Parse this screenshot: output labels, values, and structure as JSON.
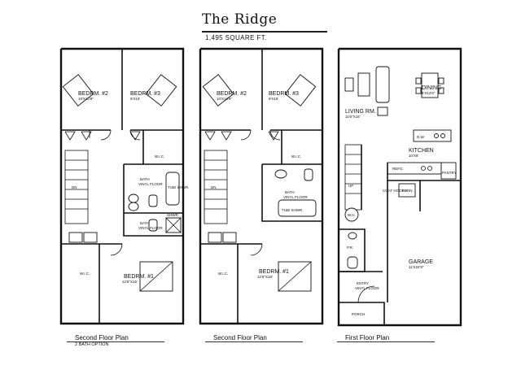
{
  "header": {
    "title": "The Ridge",
    "subtitle": "1,495 SQUARE FT."
  },
  "plans": [
    {
      "caption": "Second Floor Plan",
      "note": "2 BATH OPTION",
      "rooms": {
        "bed2": {
          "name": "BEDRM. #2",
          "dim": "10'X13'9\""
        },
        "bed3": {
          "name": "BEDRM. #3",
          "dim": "9'X15'"
        },
        "wic_top": {
          "name": "W.I.C."
        },
        "bath1": {
          "name": "BATH",
          "dim": "VINYL FLOOR"
        },
        "tub": {
          "name": "TUB/ SHWR."
        },
        "bath2": {
          "name": "BATH",
          "dim": "VINYL FLOOR"
        },
        "shwr": {
          "name": "SHWR."
        },
        "wic_bottom": {
          "name": "W.I.C."
        },
        "bed1": {
          "name": "BEDRM. #1",
          "dim": "12'6\"X15'"
        },
        "dn": {
          "name": "DN"
        }
      }
    },
    {
      "caption": "Second Floor Plan",
      "rooms": {
        "bed2": {
          "name": "BEDRM. #2",
          "dim": "10'X13'9\""
        },
        "bed3": {
          "name": "BEDRM. #3",
          "dim": "9'X15'"
        },
        "wic_top": {
          "name": "W.I.C."
        },
        "bath": {
          "name": "BATH",
          "dim": "VINYL FLOOR"
        },
        "tub": {
          "name": "TUB/ SHWR."
        },
        "wic_bottom": {
          "name": "W.I.C."
        },
        "bed1": {
          "name": "BEDRM. #1",
          "dim": "12'6\"X18'"
        },
        "dn": {
          "name": "DN"
        }
      }
    },
    {
      "caption": "First Floor Plan",
      "rooms": {
        "living": {
          "name": "LIVING RM.",
          "dim": "11'6\"X16'"
        },
        "dining": {
          "name": "DINING",
          "dim": "8'X12'6\""
        },
        "dw": {
          "name": "D.W."
        },
        "kitchen": {
          "name": "KITCHEN",
          "dim": "10'X8'"
        },
        "refg": {
          "name": "REFG."
        },
        "pantry": {
          "name": "PANTRY"
        },
        "coat": {
          "name": "COAT HOOKS"
        },
        "furn": {
          "name": "FURN."
        },
        "wh": {
          "name": "W.H."
        },
        "pr": {
          "name": "P.R."
        },
        "garage": {
          "name": "GARAGE",
          "dim": "11'X24'8\""
        },
        "entry": {
          "name": "ENTRY",
          "dim": "VINYL FLOOR"
        },
        "porch": {
          "name": "PORCH"
        },
        "up": {
          "name": "UP"
        }
      }
    }
  ]
}
